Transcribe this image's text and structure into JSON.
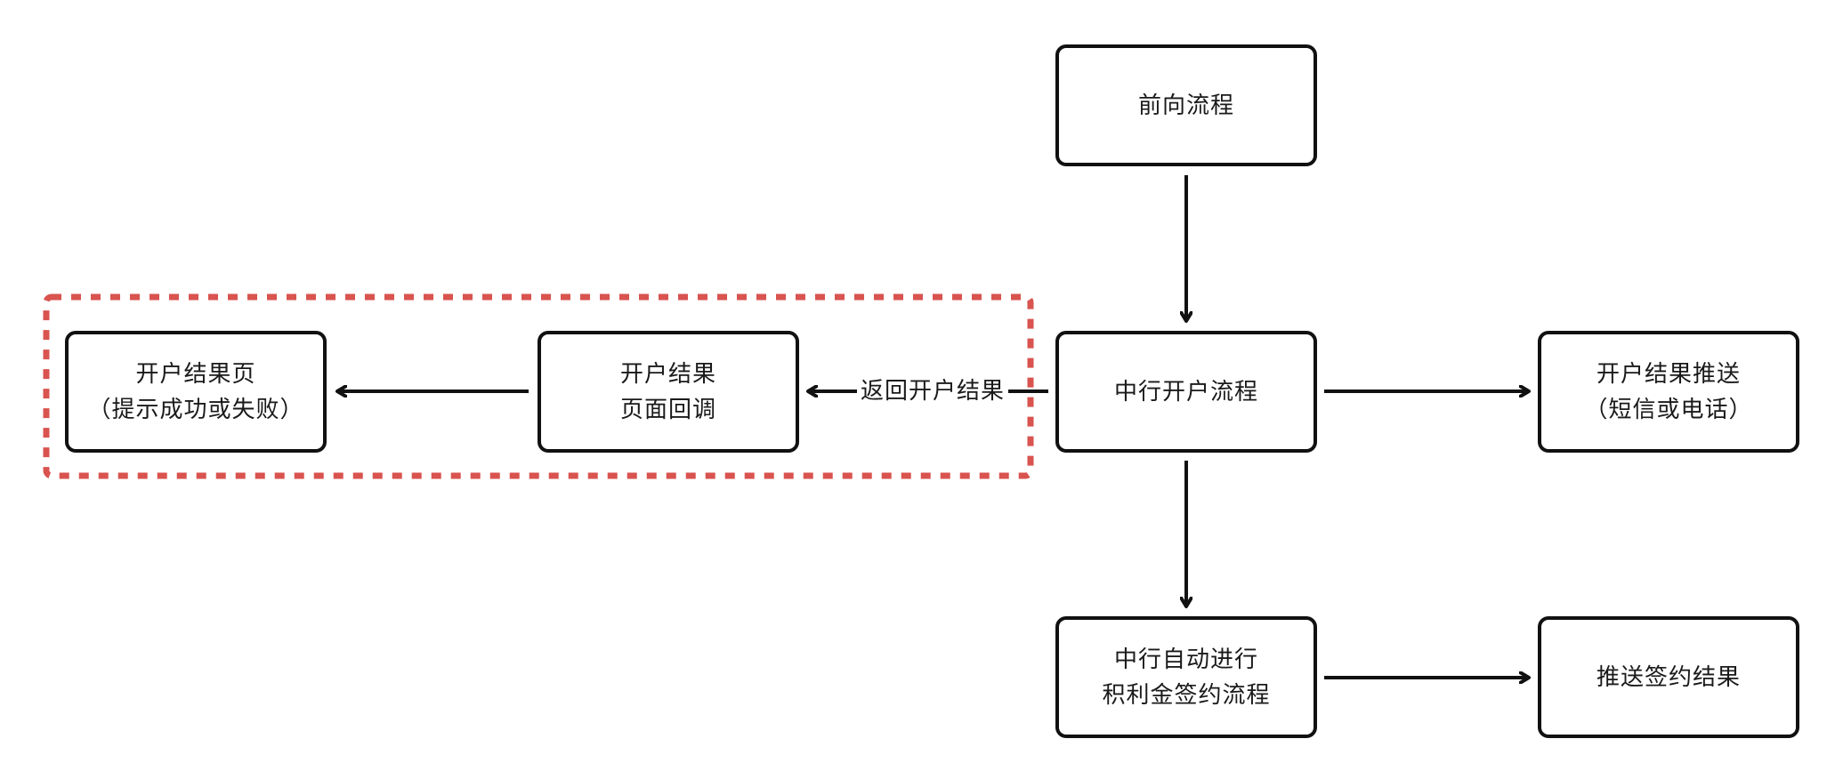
{
  "nodes": {
    "forward_process": {
      "lines": [
        "前向流程"
      ]
    },
    "boc_account_process": {
      "lines": [
        "中行开户流程"
      ]
    },
    "account_result_push": {
      "lines": [
        "开户结果推送",
        "（短信或电话）"
      ]
    },
    "page_callback": {
      "lines": [
        "开户结果",
        "页面回调"
      ]
    },
    "result_page": {
      "lines": [
        "开户结果页",
        "（提示成功或失败）"
      ]
    },
    "auto_signing": {
      "lines": [
        "中行自动进行",
        "积利金签约流程"
      ]
    },
    "push_signing_result": {
      "lines": [
        "推送签约结果"
      ]
    }
  },
  "edges": {
    "return_result_label": "返回开户结果"
  },
  "colors": {
    "stroke": "#111111",
    "highlight_dash": "#d9534f",
    "background": "#ffffff"
  }
}
